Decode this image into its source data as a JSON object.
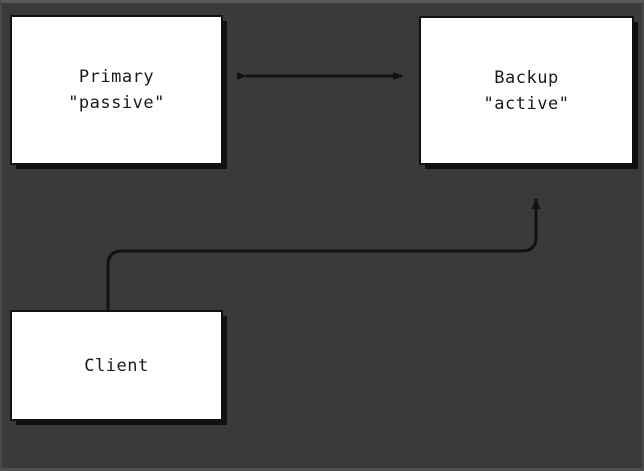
{
  "diagram": {
    "type": "node-link-diagram",
    "background_color": "#3a3a3a",
    "node_fill_color": "#ffffff",
    "stroke_color": "#111111",
    "text_color": "#1a1a1a",
    "nodes": [
      {
        "id": "primary",
        "line1": "Primary",
        "line2": "\"passive\""
      },
      {
        "id": "backup",
        "line1": "Backup",
        "line2": "\"active\""
      },
      {
        "id": "client",
        "line1": "Client",
        "line2": ""
      }
    ],
    "edges": [
      {
        "id": "primary-backup",
        "from": "primary",
        "to": "backup",
        "style": "double-headed-straight",
        "label": ""
      },
      {
        "id": "client-backup",
        "from": "client",
        "to": "backup",
        "style": "single-headed-rounded-elbow",
        "label": ""
      }
    ]
  }
}
